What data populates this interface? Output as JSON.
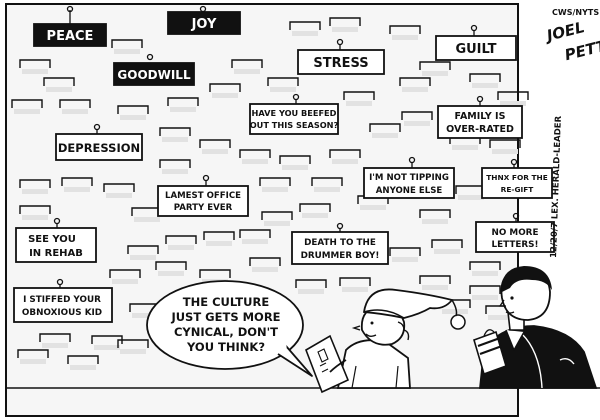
{
  "signs": {
    "peace": "PEACE",
    "joy": "JOY",
    "goodwill": "GOODWILL",
    "stress": "STRESS",
    "guilt": "GUILT",
    "depression": "DEPRESSION",
    "beefed_1": "HAVE YOU BEEFED",
    "beefed_2": "OUT THIS SEASON?",
    "family_1": "FAMILY IS",
    "family_2": "OVER-RATED",
    "office_1": "LAMEST OFFICE",
    "office_2": "PARTY EVER",
    "tipping_1": "I'M NOT TIPPING",
    "tipping_2": "ANYONE ELSE",
    "regift_1": "THNX FOR THE",
    "regift_2": "RE-GIFT",
    "rehab_1": "SEE YOU",
    "rehab_2": "IN REHAB",
    "drummer_1": "DEATH TO THE",
    "drummer_2": "DRUMMER BOY!",
    "letters_1": "NO MORE",
    "letters_2": "LETTERS!",
    "stiffed_1": "I STIFFED YOUR",
    "stiffed_2": "OBNOXIOUS KID"
  },
  "speech": {
    "line1": "THE CULTURE",
    "line2": "JUST GETS MORE",
    "line3": "CYNICAL, DON'T",
    "line4": "YOU THINK?"
  },
  "credits": {
    "agency": "CWS/NYTS",
    "signature_first": "JOEL",
    "signature_last": "PETT",
    "dateline": "12/20/7 LEX. HERALD-LEADER"
  },
  "colors": {
    "ink": "#111111",
    "paper": "#ffffff",
    "wall": "#f4f4f4",
    "shadow": "#d9d9d9"
  }
}
